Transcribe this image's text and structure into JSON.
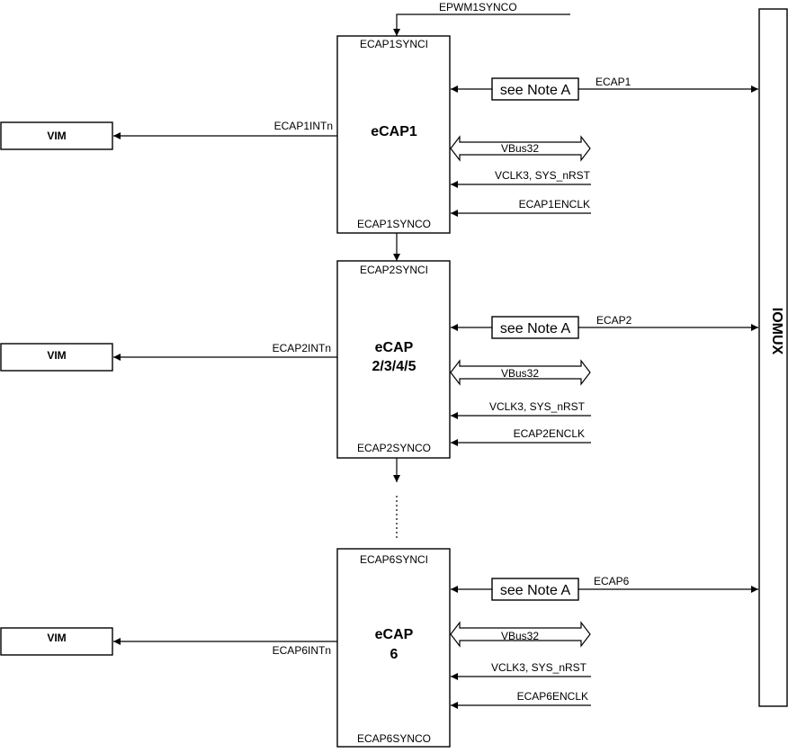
{
  "top_sync": "EPWM1SYNCO",
  "iomux_label": "IOMUX",
  "blocks": [
    {
      "name": "eCAP1",
      "name_line2": "",
      "sync_in": "ECAP1SYNCI",
      "sync_out": "ECAP1SYNCO",
      "int_label": "ECAP1INTn",
      "vim_label": "VIM",
      "note_label": "see Note A",
      "pin_label": "ECAP1",
      "bus_label": "VBus32",
      "clk_label": "VCLK3, SYS_nRST",
      "en_label": "ECAP1ENCLK"
    },
    {
      "name": "eCAP",
      "name_line2": "2/3/4/5",
      "sync_in": "ECAP2SYNCI",
      "sync_out": "ECAP2SYNCO",
      "int_label": "ECAP2INTn",
      "vim_label": "VIM",
      "note_label": "see Note A",
      "pin_label": "ECAP2",
      "bus_label": "VBus32",
      "clk_label": "VCLK3, SYS_nRST",
      "en_label": "ECAP2ENCLK"
    },
    {
      "name": "eCAP",
      "name_line2": "6",
      "sync_in": "ECAP6SYNCI",
      "sync_out": "ECAP6SYNCO",
      "int_label": "ECAP6INTn",
      "vim_label": "VIM",
      "note_label": "see Note A",
      "pin_label": "ECAP6",
      "bus_label": "VBus32",
      "clk_label": "VCLK3, SYS_nRST",
      "en_label": "ECAP6ENCLK"
    }
  ]
}
